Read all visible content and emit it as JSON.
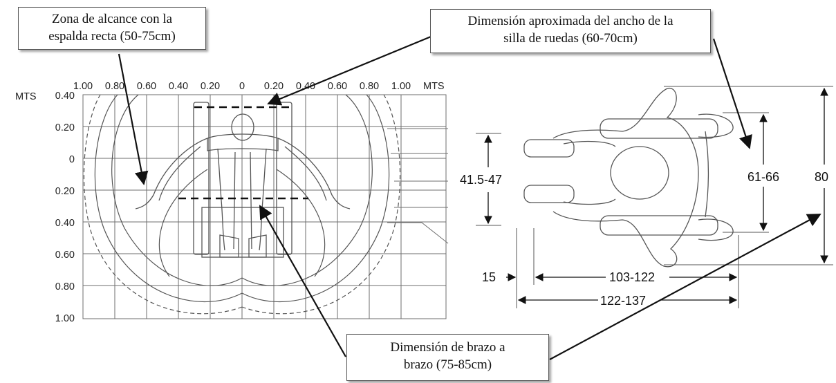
{
  "callouts": {
    "reach": {
      "line1": "Zona de alcance con la",
      "line2": "espalda recta (50-75cm)"
    },
    "chair_width": {
      "line1": "Dimensión aproximada del ancho de la",
      "line2": "silla de ruedas (60-70cm)"
    },
    "arm_span": {
      "line1": "Dimensión de brazo a",
      "line2": "brazo (75-85cm)"
    }
  },
  "plan_grid": {
    "unit": "MTS",
    "x_labels": [
      "1.00",
      "0.80",
      "0.60",
      "0.40",
      "0.20",
      "0",
      "0.20",
      "0.40",
      "0.60",
      "0.80",
      "1.00"
    ],
    "y_labels": [
      "0.40",
      "0.20",
      "0",
      "0.20",
      "0.40",
      "0.60",
      "0.80",
      "1.00"
    ]
  },
  "top_view_dims": {
    "footrest_width": "41.5-47",
    "wheel_width": "61-66",
    "overall_width": "80",
    "offset": "15",
    "seat_length": "103-122",
    "overall_length": "122-137"
  },
  "colors": {
    "line": "#111111",
    "grid": "#6e6e6e",
    "figure": "#555555"
  }
}
